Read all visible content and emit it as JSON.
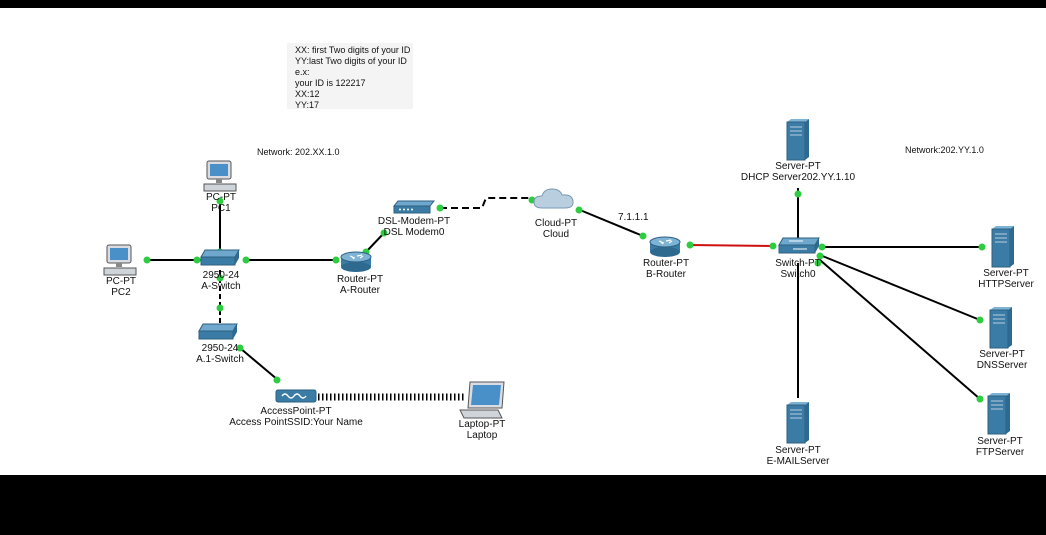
{
  "note": {
    "lines": [
      "XX: first Two digits of your ID",
      "YY:last Two digits of your ID",
      "e.x:",
      "your ID is 122217",
      "XX:12",
      "YY:17"
    ]
  },
  "networks": {
    "left": "Network: 202.XX.1.0",
    "right": "Network:202.YY.1.0"
  },
  "link_labels": {
    "cloud_b_router": "7.1.1.1"
  },
  "devices": {
    "pc1": {
      "type": "PC-PT",
      "name": "PC1"
    },
    "pc2": {
      "type": "PC-PT",
      "name": "PC2"
    },
    "a_switch": {
      "type": "2950-24",
      "name": "A-Switch"
    },
    "a1_switch": {
      "type": "2950-24",
      "name": "A.1-Switch"
    },
    "access_point": {
      "type": "AccessPoint-PT",
      "name": "Access PointSSID:Your Name"
    },
    "laptop": {
      "type": "Laptop-PT",
      "name": "Laptop"
    },
    "a_router": {
      "type": "Router-PT",
      "name": "A-Router"
    },
    "dsl_modem": {
      "type": "DSL-Modem-PT",
      "name": "DSL Modem0"
    },
    "cloud": {
      "type": "Cloud-PT",
      "name": "Cloud"
    },
    "b_router": {
      "type": "Router-PT",
      "name": "B-Router"
    },
    "switch0": {
      "type": "Switch-PT",
      "name": "Switch0"
    },
    "dhcp_server": {
      "type": "Server-PT",
      "name": "DHCP Server202.YY.1.10"
    },
    "http_server": {
      "type": "Server-PT",
      "name": "HTTPServer"
    },
    "dns_server": {
      "type": "Server-PT",
      "name": "DNSServer"
    },
    "ftp_server": {
      "type": "Server-PT",
      "name": "FTPServer"
    },
    "email_server": {
      "type": "Server-PT",
      "name": "E-MAILServer"
    }
  },
  "colors": {
    "link": "#000000",
    "serial_link": "#d01010",
    "port_up": "#2ecc40",
    "device_blue": "#3a7ca5"
  }
}
